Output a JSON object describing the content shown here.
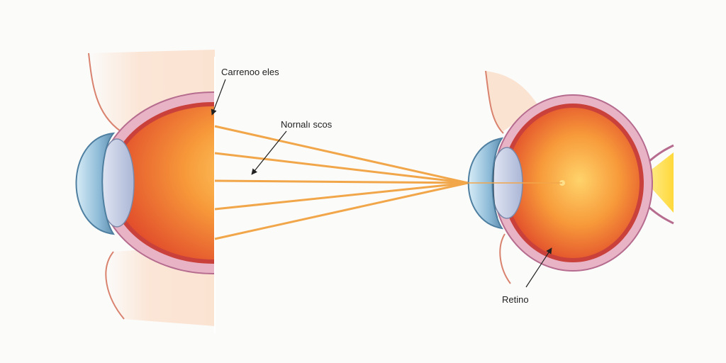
{
  "labels": {
    "top_label": "Carrenoo eles",
    "middle_label": "Nornalı scos",
    "retina_label": "Retino"
  },
  "colors": {
    "background": "#fbfbfa",
    "skin": "#fbe3d2",
    "sclera": "#e9b3c6",
    "choroid": "#c9413a",
    "vitreous_center": "#ffd36a",
    "vitreous_mid": "#f79a3a",
    "vitreous_edge": "#e0462a",
    "cornea": "#9cc4dc",
    "lens": "#c9d3e8",
    "light_rays": "#f2a64a",
    "optic_nerve": "#ffe36a",
    "leader_lines": "#222222"
  },
  "icons": {
    "left_eye": "eye-cross-section-icon",
    "right_eye": "eye-cross-section-icon"
  }
}
